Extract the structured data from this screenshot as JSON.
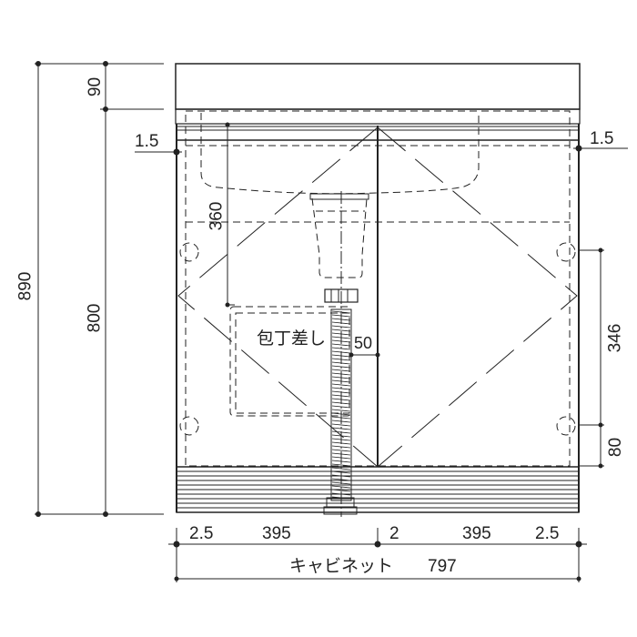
{
  "dimensions": {
    "total_height": "890",
    "top_height": "90",
    "body_height": "800",
    "gap_left": "1.5",
    "gap_right": "1.5",
    "drain_height": "360",
    "handle_span": "346",
    "handle_bottom": "80",
    "drain_offset": "50",
    "side_left": "2.5",
    "door_left": "395",
    "door_gap": "2",
    "door_right": "395",
    "side_right": "2.5",
    "cabinet_label": "キャビネット",
    "cabinet_width": "797"
  },
  "labels": {
    "knife_holder": "包丁差し"
  },
  "colors": {
    "line": "#222222",
    "background": "#ffffff"
  }
}
